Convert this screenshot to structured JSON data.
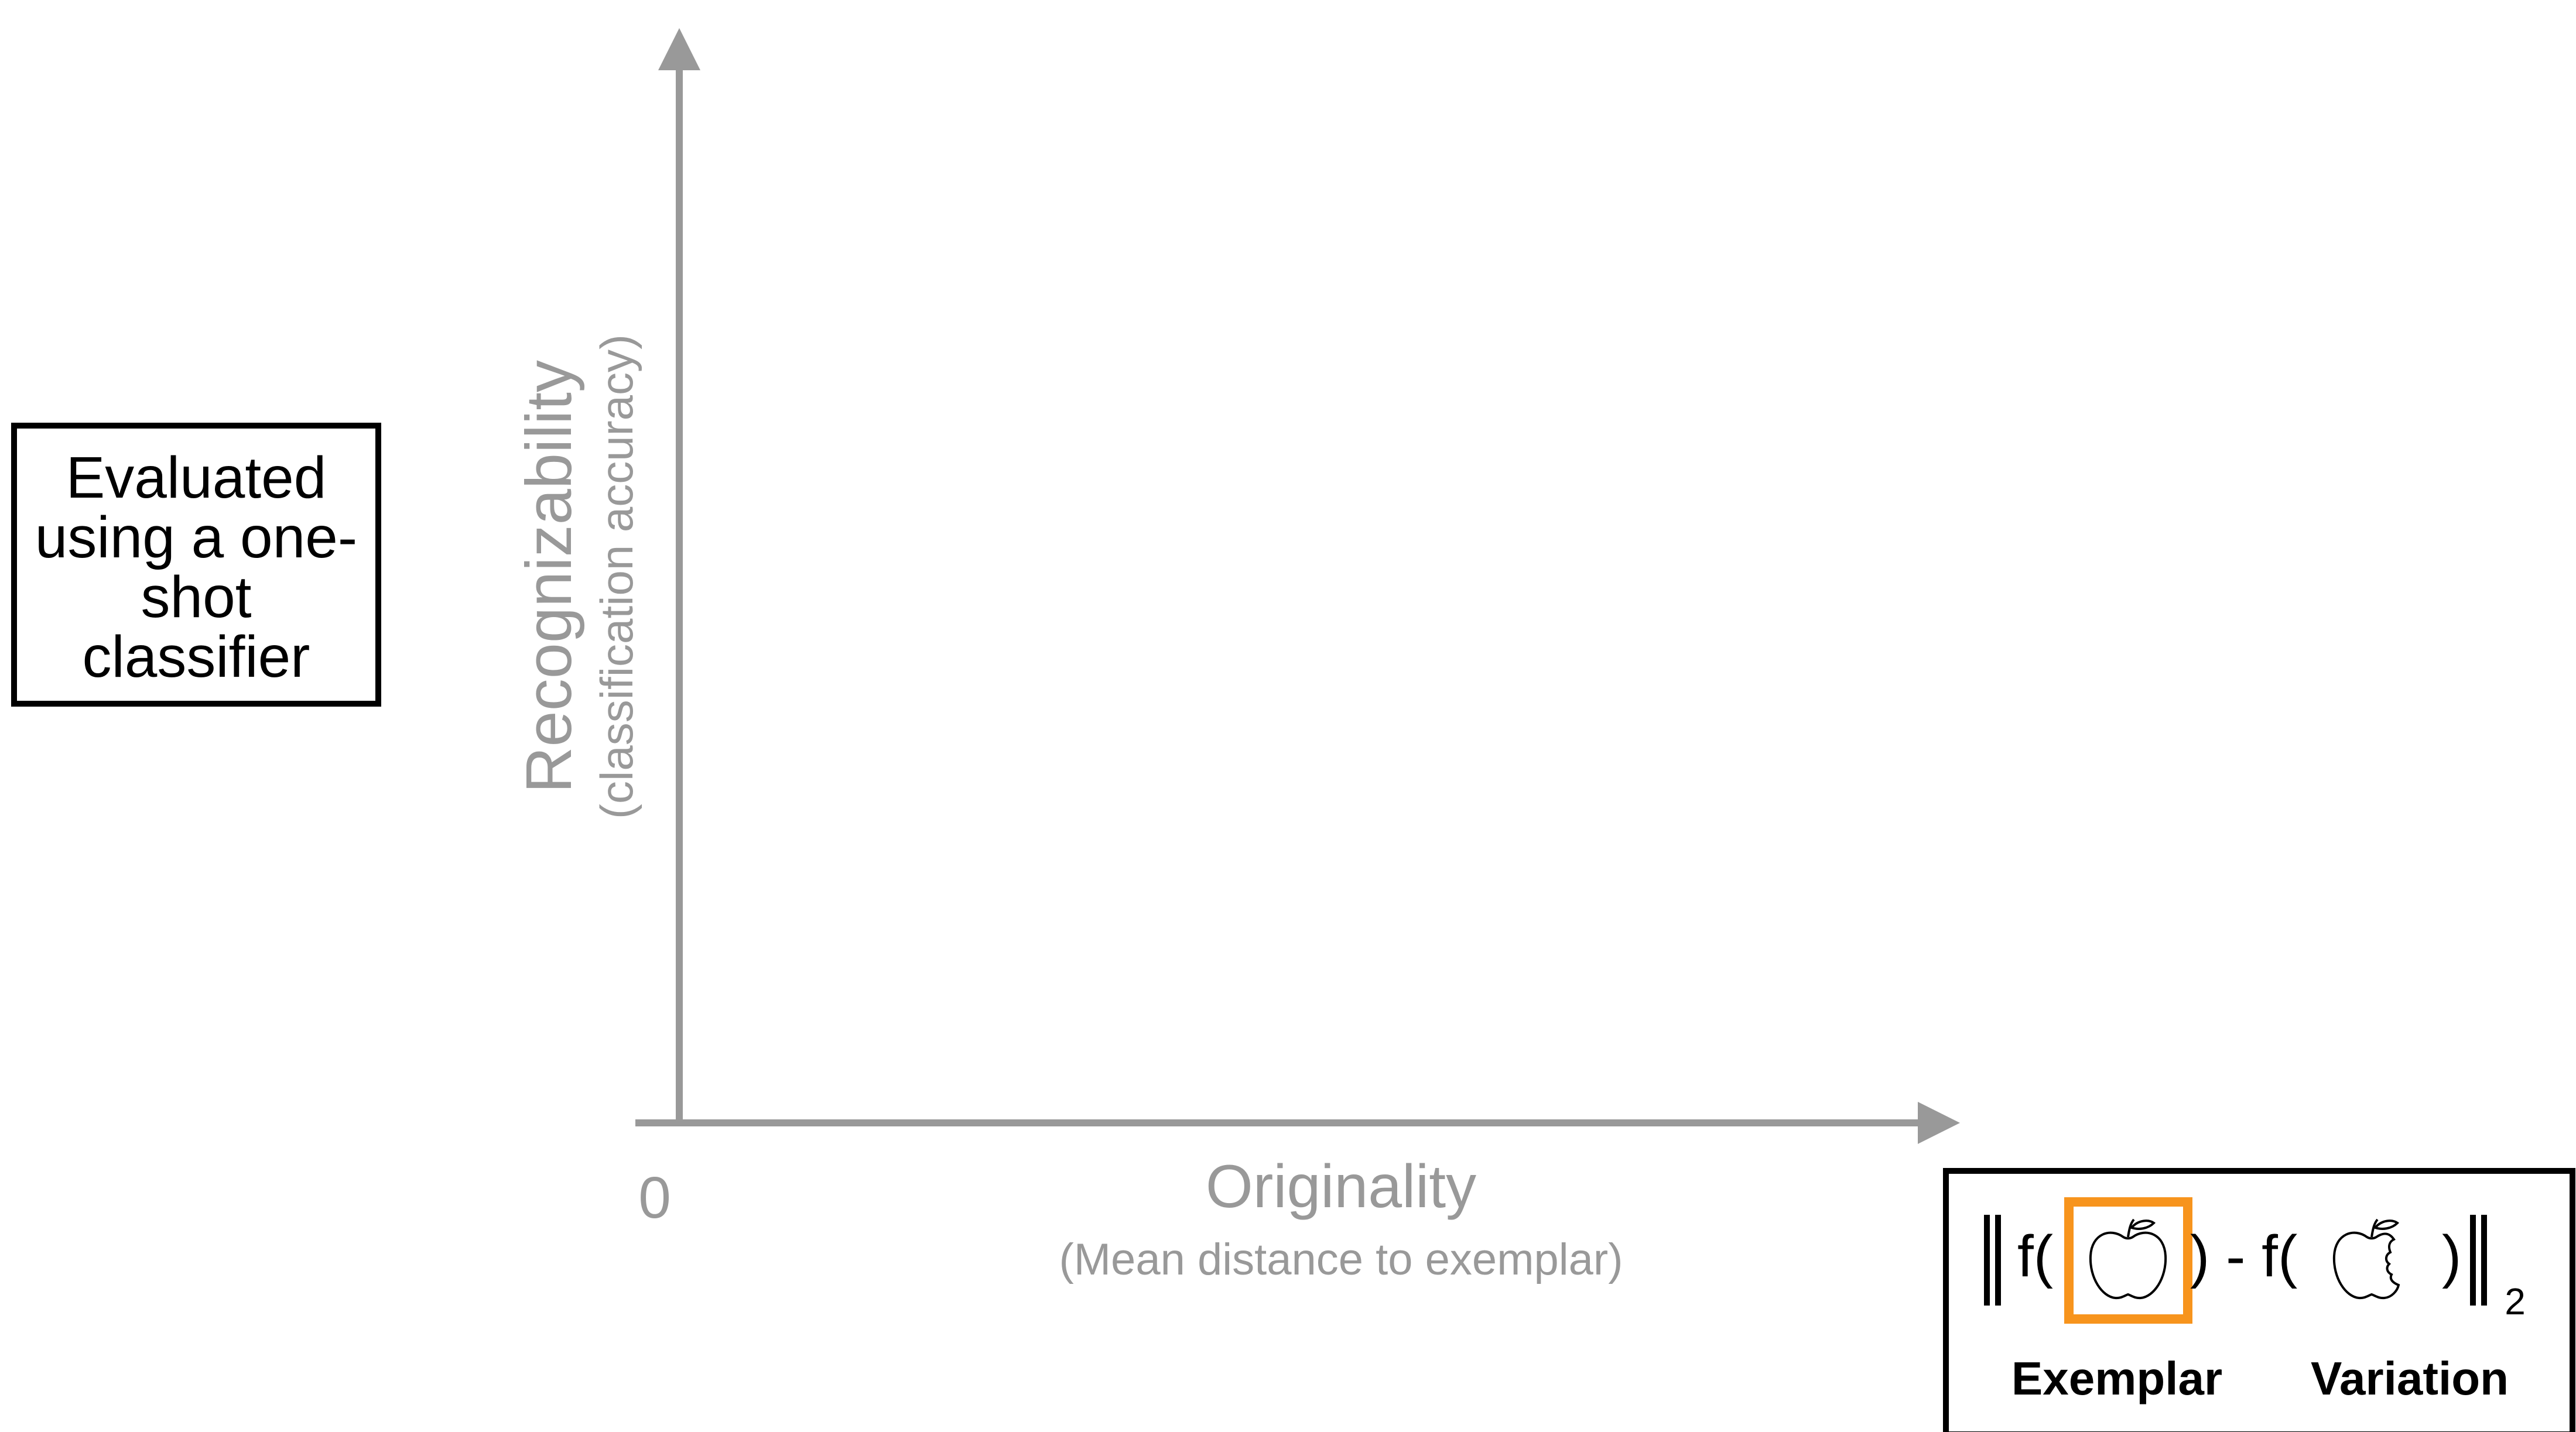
{
  "left_box": {
    "lines": [
      "Evaluated",
      "using a one-",
      "shot",
      "classifier"
    ]
  },
  "y_axis": {
    "title": "Recognizability",
    "subtitle": "(classification accuracy)"
  },
  "x_axis": {
    "title": "Originality",
    "subtitle": "(Mean distance to exemplar)",
    "origin_label": "0"
  },
  "formula": {
    "f_open_1": "f(",
    "close_minus_f": ") - f(",
    "close_2": ")",
    "subscript": "2",
    "exemplar_label": "Exemplar",
    "variation_label": "Variation",
    "exemplar_icon": "apple-icon",
    "variation_icon": "bitten-apple-icon"
  },
  "colors": {
    "axis": "#999999",
    "highlight": "#F7941D",
    "box_border": "#000000"
  }
}
